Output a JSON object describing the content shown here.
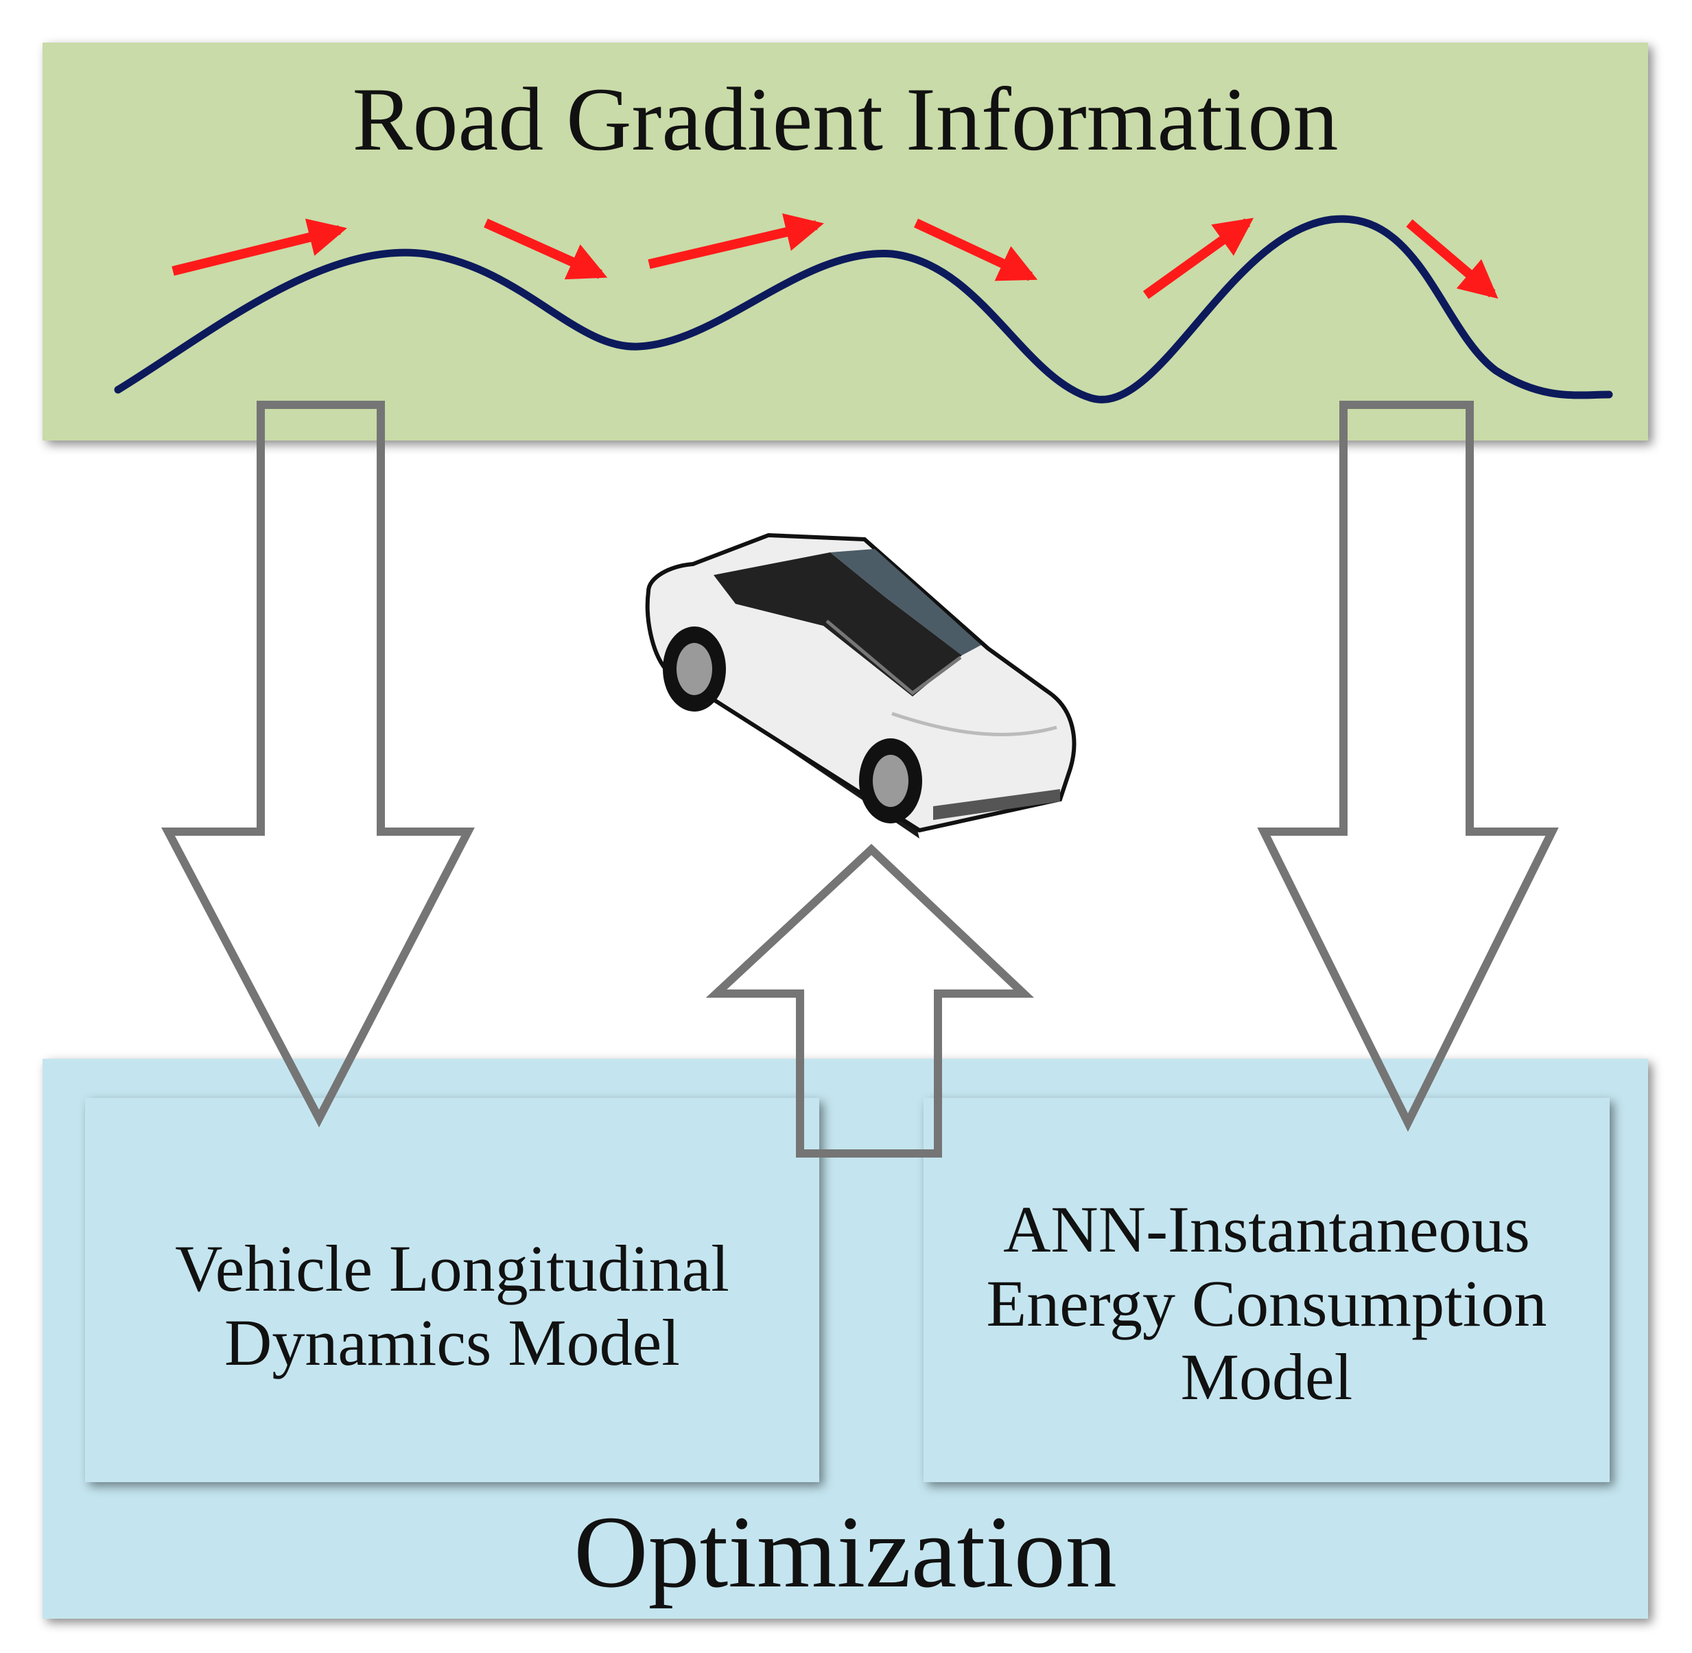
{
  "top_panel": {
    "title": "Road Gradient Information"
  },
  "bottom_panel": {
    "title": "Optimization"
  },
  "left_model": {
    "lines": [
      "Vehicle Longitudinal",
      "Dynamics Model"
    ]
  },
  "right_model": {
    "lines": [
      "ANN-Instantaneous",
      "Energy Consumption",
      "Model"
    ]
  },
  "colors": {
    "top_panel_fill": "#c9dba8",
    "bottom_panel_fill": "#c4e5ef",
    "road_curve": "#0c1a5c",
    "gradient_arrows": "#ff1a1a",
    "flow_arrows": "#757575"
  },
  "icons": [
    "vehicle-car-icon",
    "gradient-arrow-icon",
    "flow-arrow-icon"
  ]
}
